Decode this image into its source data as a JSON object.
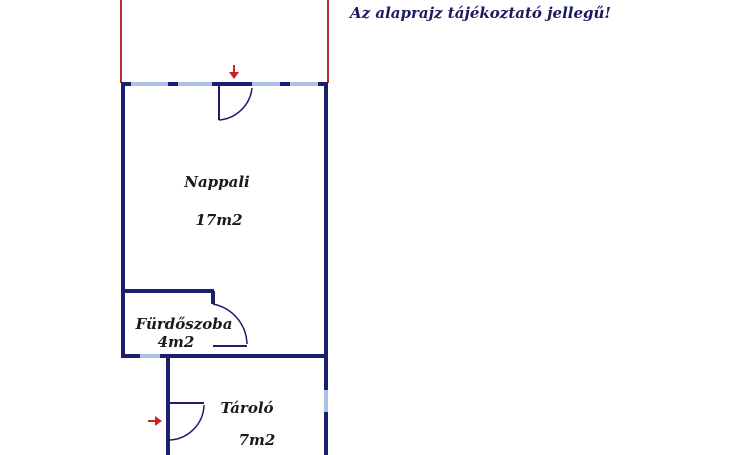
{
  "notice": "Az alaprajz tájékoztató jellegű!",
  "rooms": [
    {
      "name": "Nappali",
      "area": "17m2"
    },
    {
      "name": "Fürdőszoba",
      "area": "4m2"
    },
    {
      "name": "Tároló",
      "area": "7m2"
    }
  ],
  "colors": {
    "wall": "#1b1f6e",
    "window": "#a9c4e4",
    "outline": "#b03030",
    "arrow": "#cc2222"
  }
}
